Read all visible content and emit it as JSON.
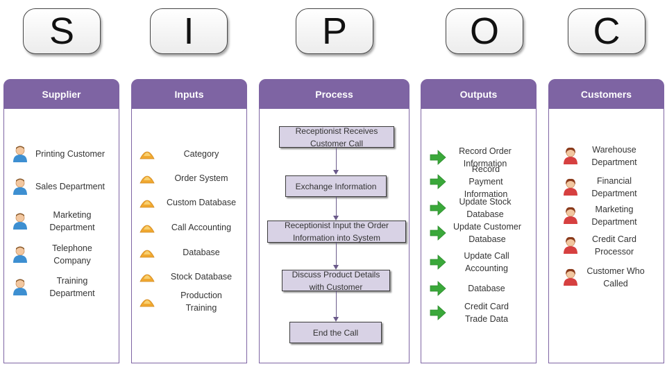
{
  "letters": [
    "S",
    "I",
    "P",
    "O",
    "C"
  ],
  "columns": {
    "supplier": {
      "title": "Supplier",
      "items": [
        "Printing Customer",
        "Sales Department",
        "Marketing Department",
        "Telephone Company",
        "Training Department"
      ]
    },
    "inputs": {
      "title": "Inputs",
      "items": [
        "Category",
        "Order System",
        "Custom Database",
        "Call Accounting",
        "Database",
        "Stock Database",
        "Production Training"
      ]
    },
    "process": {
      "title": "Process",
      "steps": [
        "Receptionist Receives Customer Call",
        "Exchange Information",
        "Receptionist Input the Order Information into System",
        "Discuss Product Details with Customer",
        "End the Call"
      ]
    },
    "outputs": {
      "title": "Outputs",
      "items": [
        "Record Order Information",
        "Record Payment Information",
        "Update Stock Database",
        "Update Customer Database",
        "Update Call Accounting",
        "Database",
        "Credit Card Trade Data"
      ]
    },
    "customers": {
      "title": "Customers",
      "items": [
        "Warehouse Department",
        "Financial Department",
        "Marketing Department",
        "Credit Card Processor",
        "Customer Who Called"
      ]
    }
  },
  "colors": {
    "header": "#7e64a3",
    "process_box": "#d8d2e5",
    "supplier_icon": "#3d8fd1",
    "input_icon": "#f0a830",
    "output_arrow": "#3aa83a",
    "customer_icon": "#d64040"
  },
  "icons": {
    "supplier": "blue-person-icon",
    "inputs": "orange-triangle-icon",
    "outputs": "green-arrow-icon",
    "customers": "red-person-icon"
  }
}
